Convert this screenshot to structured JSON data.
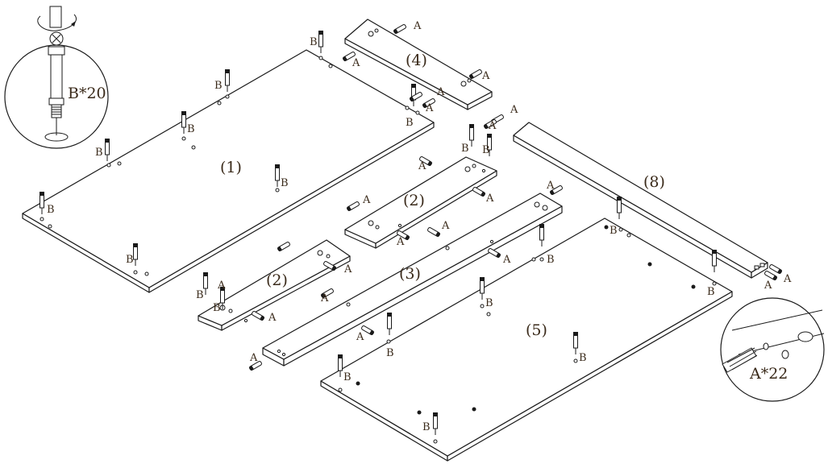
{
  "parts": {
    "p1": "(1)",
    "p2a": "(2)",
    "p2b": "(2)",
    "p3": "(3)",
    "p4": "(4)",
    "p5": "(5)",
    "p8": "(8)"
  },
  "hardware": {
    "a": "A",
    "b": "B"
  },
  "callouts": {
    "cam_bolt": "B*20",
    "dowel": "A*22"
  }
}
